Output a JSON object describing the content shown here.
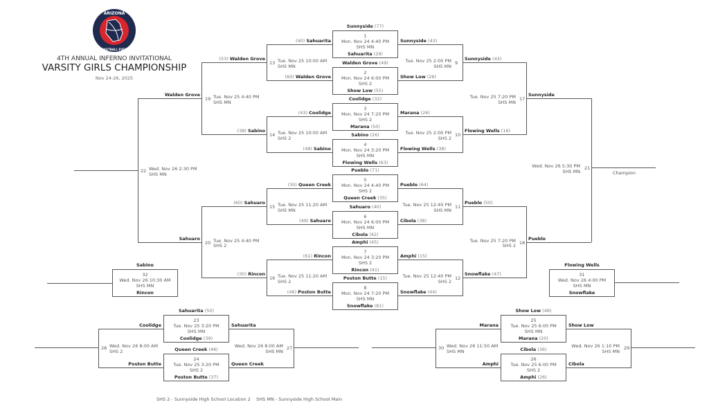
{
  "header": {
    "logo_text_top": "ARIZONA",
    "logo_text_bottom": "BASKETBALL EVENTS",
    "subtitle": "4TH ANNUAL INFERNO INVITATIONAL",
    "title": "VARSITY GIRLS CHAMPIONSHIP",
    "dates": "Nov 24-26, 2025"
  },
  "round1": [
    {
      "num": "1",
      "time": "Mon. Nov 24 4:40 PM",
      "site": "SHS MN",
      "top": "Sunnyside",
      "top_score": "(77)",
      "bottom": "Sahuarita",
      "bottom_score": "(29)"
    },
    {
      "num": "2",
      "time": "Mon. Nov 24 6:00 PM",
      "site": "SHS 2",
      "top": "Walden Grove",
      "top_score": "(49)",
      "bottom": "Show Low",
      "bottom_score": "(55)"
    },
    {
      "num": "3",
      "time": "Mon. Nov 24 7:20 PM",
      "site": "SHS 2",
      "top": "Coolidge",
      "top_score": "(32)",
      "bottom": "Marana",
      "bottom_score": "(50)"
    },
    {
      "num": "4",
      "time": "Mon. Nov 24 3:20 PM",
      "site": "SHS MN",
      "top": "Sabino",
      "top_score": "(26)",
      "bottom": "Flowing Wells",
      "bottom_score": "(63)"
    },
    {
      "num": "5",
      "time": "Mon. Nov 24 4:40 PM",
      "site": "SHS 2",
      "top": "Pueblo",
      "top_score": "(71)",
      "bottom": "Queen Creek",
      "bottom_score": "(35)"
    },
    {
      "num": "6",
      "time": "Mon. Nov 24 6:00 PM",
      "site": "SHS MN",
      "top": "Sahuaro",
      "top_score": "(40)",
      "bottom": "Cibola",
      "bottom_score": "(42)"
    },
    {
      "num": "7",
      "time": "Mon. Nov 24 3:20 PM",
      "site": "SHS 2",
      "top": "Amphi",
      "top_score": "(45)",
      "bottom": "Rincon",
      "bottom_score": "(41)"
    },
    {
      "num": "8",
      "time": "Mon. Nov 24 7:20 PM",
      "site": "SHS MN",
      "top": "Poston Butte",
      "top_score": "(15)",
      "bottom": "Snowflake",
      "bottom_score": "(81)"
    }
  ],
  "left_r2": [
    {
      "num": "13",
      "time": "Tue. Nov 25 10:00 AM",
      "site": "SHS MN",
      "top": "Sahuarita",
      "top_score": "(40)",
      "bottom": "Walden Grove",
      "bottom_score": "(60)"
    },
    {
      "num": "14",
      "time": "Tue. Nov 25 10:00 AM",
      "site": "SHS 2",
      "top": "Coolidge",
      "top_score": "(43)",
      "bottom": "Sabino",
      "bottom_score": "(48)"
    },
    {
      "num": "15",
      "time": "Tue. Nov 25 11:20 AM",
      "site": "SHS MN",
      "top": "Queen Creek",
      "top_score": "(30)",
      "bottom": "Sahuaro",
      "bottom_score": "(49)"
    },
    {
      "num": "16",
      "time": "Tue. Nov 25 11:20 AM",
      "site": "SHS 2",
      "top": "Rincon",
      "top_score": "(61)",
      "bottom": "Poston Butte",
      "bottom_score": "(46)"
    }
  ],
  "left_r3": [
    {
      "num": "19",
      "time": "Tue. Nov 25 4:40 PM",
      "site": "SHS MN",
      "top": "Walden Grove",
      "top_score": "(53)",
      "bottom": "Sabino",
      "bottom_score": "(38)"
    },
    {
      "num": "20",
      "time": "Tue. Nov 25 4:40 PM",
      "site": "SHS 2",
      "top": "Sahuaro",
      "top_score": "(60)",
      "bottom": "Rincon",
      "bottom_score": "(30)"
    }
  ],
  "left_r4": {
    "num": "22",
    "time": "Wed. Nov 26 2:30 PM",
    "site": "SHS MN",
    "top": "Walden Grove",
    "bottom": "Sahuaro"
  },
  "right_r2": [
    {
      "num": "9",
      "time": "Tue. Nov 25 2:00 PM",
      "site": "SHS MN",
      "top": "Sunnyside",
      "top_score": "(43)",
      "bottom": "Show Low",
      "bottom_score": "(26)"
    },
    {
      "num": "10",
      "time": "Tue. Nov 25 2:00 PM",
      "site": "SHS 2",
      "top": "Marana",
      "top_score": "(26)",
      "bottom": "Flowing Wells",
      "bottom_score": "(38)"
    },
    {
      "num": "11",
      "time": "Tue. Nov 25 12:40 PM",
      "site": "SHS MN",
      "top": "Pueblo",
      "top_score": "(64)",
      "bottom": "Cibola",
      "bottom_score": "(38)"
    },
    {
      "num": "12",
      "time": "Tue. Nov 25 12:40 PM",
      "site": "SHS 2",
      "top": "Amphi",
      "top_score": "(15)",
      "bottom": "Snowflake",
      "bottom_score": "(44)"
    }
  ],
  "right_r3": [
    {
      "num": "17",
      "time": "Tue. Nov 25 7:20 PM",
      "site": "SHS MN",
      "top": "Sunnyside",
      "top_score": "(43)",
      "bottom": "Flowing Wells",
      "bottom_score": "(16)"
    },
    {
      "num": "18",
      "time": "Tue. Nov 25 7:20 PM",
      "site": "SHS 2",
      "top": "Pueblo",
      "top_score": "(50)",
      "bottom": "Snowflake",
      "bottom_score": "(47)"
    }
  ],
  "right_r4": {
    "num": "21",
    "time": "Wed. Nov 26 5:30 PM",
    "site": "SHS MN",
    "top": "Sunnyside",
    "bottom": "Pueblo"
  },
  "champion_label": "Champion",
  "game32": {
    "num": "32",
    "time": "Wed. Nov 26 10:30 AM",
    "site": "SHS MN",
    "top": "Sabino",
    "bottom": "Rincon"
  },
  "game31": {
    "num": "31",
    "time": "Wed. Nov 26 4:00 PM",
    "site": "SHS MN",
    "top": "Flowing Wells",
    "bottom": "Snowflake"
  },
  "consolation_left": {
    "g23": {
      "num": "23",
      "time": "Tue. Nov 25 3:20 PM",
      "site": "SHS MN",
      "top": "Sahuarita",
      "top_score": "(50)",
      "bottom": "Coolidge",
      "bottom_score": "(39)"
    },
    "g24": {
      "num": "24",
      "time": "Tue. Nov 25 3:20 PM",
      "site": "SHS 2",
      "top": "Queen Creek",
      "top_score": "(48)",
      "bottom": "Poston Butte",
      "bottom_score": "(37)"
    },
    "g28": {
      "num": "28",
      "time": "Wed. Nov 26 8:00 AM",
      "site": "SHS 2",
      "top": "Coolidge",
      "bottom": "Poston Butte"
    },
    "g27": {
      "num": "27",
      "time": "Wed. Nov 26 8:00 AM",
      "site": "SHS MN",
      "top": "Sahuarita",
      "bottom": "Queen Creek"
    }
  },
  "consolation_right": {
    "g25": {
      "num": "25",
      "time": "Tue. Nov 25 6:00 PM",
      "site": "SHS MN",
      "top": "Show Low",
      "top_score": "(48)",
      "bottom": "Marana",
      "bottom_score": "(20)"
    },
    "g26": {
      "num": "26",
      "time": "Tue. Nov 25 6:00 PM",
      "site": "SHS 2",
      "top": "Cibola",
      "top_score": "(36)",
      "bottom": "Amphi",
      "bottom_score": "(26)"
    },
    "g30": {
      "num": "30",
      "time": "Wed. Nov 26 11:50 AM",
      "site": "SHS MN",
      "top": "Marana",
      "bottom": "Amphi"
    },
    "g29": {
      "num": "29",
      "time": "Wed. Nov 26 1:10 PM",
      "site": "SHS MN",
      "top": "Show Low",
      "bottom": "Cibola"
    }
  },
  "legend": "SHS 2 - Sunnyside High School Location 2    SHS MN - Sunnyside High School Main",
  "colors": {
    "logo_navy": "#1f2a4f",
    "logo_red": "#d8262e",
    "line": "#555555"
  }
}
